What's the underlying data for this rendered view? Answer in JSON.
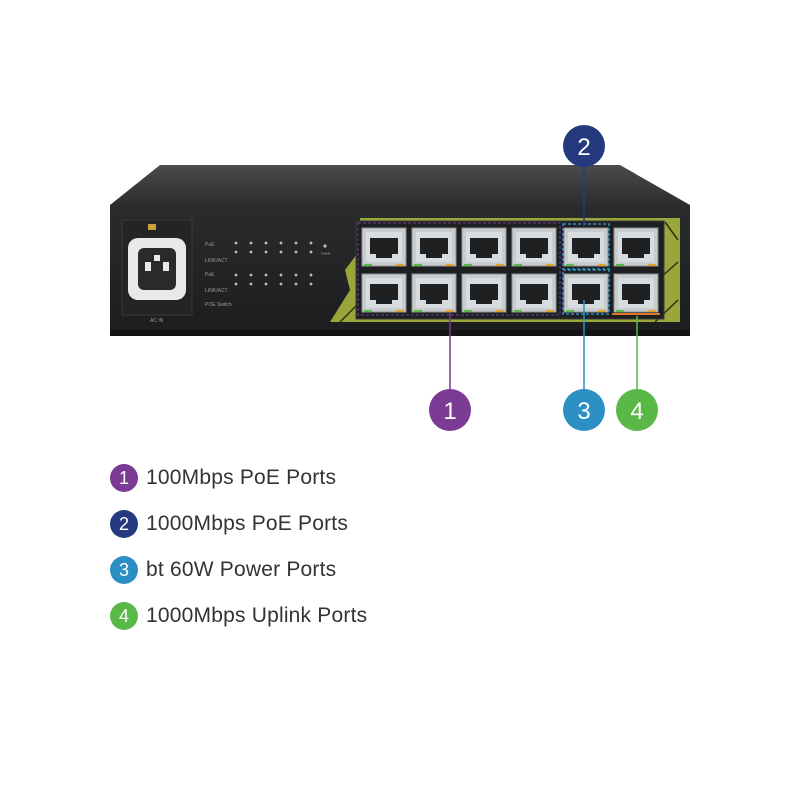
{
  "colors": {
    "purple": "#7b3a93",
    "navy": "#253a7e",
    "blue": "#2b8fc4",
    "green": "#5ab847",
    "chassis": "#2e2f30",
    "accent": "#9aa53a"
  },
  "callouts": [
    {
      "num": "1",
      "color": "#7b3a93"
    },
    {
      "num": "2",
      "color": "#253a7e"
    },
    {
      "num": "3",
      "color": "#2b8fc4"
    },
    {
      "num": "4",
      "color": "#5ab847"
    }
  ],
  "legend": [
    {
      "num": "1",
      "text": "100Mbps PoE Ports",
      "color": "#7b3a93"
    },
    {
      "num": "2",
      "text": "1000Mbps PoE Ports",
      "color": "#253a7e"
    },
    {
      "num": "3",
      "text": "bt 60W Power Ports",
      "color": "#2b8fc4"
    },
    {
      "num": "4",
      "text": "1000Mbps Uplink Ports",
      "color": "#5ab847"
    }
  ],
  "panel": {
    "poe_label": "PoE",
    "link_label": "LINK/ACT",
    "pwr_label": "PWR",
    "switch_label": "POE Switch",
    "power_label": "AC IN"
  }
}
